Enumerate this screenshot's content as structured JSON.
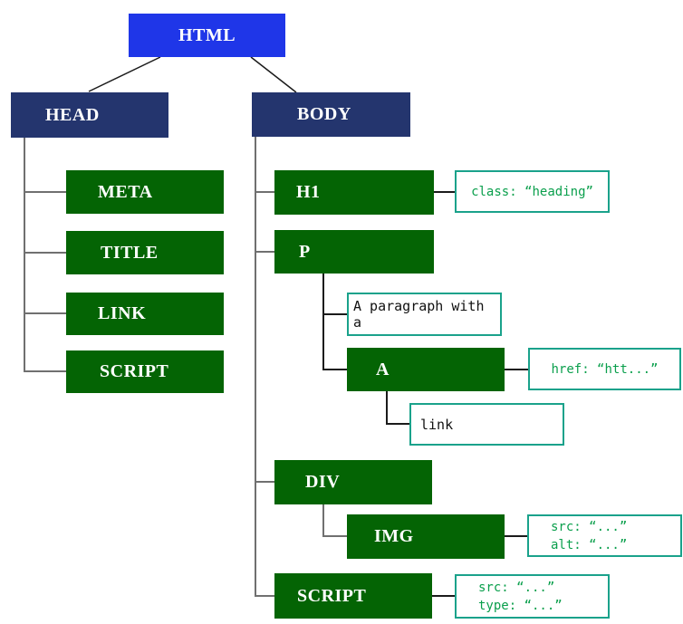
{
  "diagram": {
    "type": "html-dom-tree",
    "nodes": {
      "html": {
        "label": "HTML"
      },
      "head": {
        "label": "HEAD"
      },
      "body": {
        "label": "BODY"
      },
      "meta": {
        "label": "META"
      },
      "title": {
        "label": "TITLE"
      },
      "link": {
        "label": "LINK"
      },
      "script_head": {
        "label": "SCRIPT"
      },
      "h1": {
        "label": "H1"
      },
      "p": {
        "label": "P"
      },
      "a": {
        "label": "A"
      },
      "div": {
        "label": "DIV"
      },
      "img": {
        "label": "IMG"
      },
      "script_body": {
        "label": "SCRIPT"
      }
    },
    "text_nodes": {
      "p_text": "A paragraph with a",
      "a_text": "link"
    },
    "annotations": {
      "h1": {
        "lines": [
          "class: “heading”"
        ]
      },
      "a": {
        "lines": [
          "href: “htt...”"
        ]
      },
      "img": {
        "lines": [
          "src: “...”",
          "alt: “...”"
        ]
      },
      "script_body": {
        "lines": [
          "src: “...”",
          "type: “...”"
        ]
      }
    },
    "edges": [
      "html-head",
      "html-body",
      "head-meta",
      "head-title",
      "head-link",
      "head-script",
      "body-h1",
      "body-p",
      "body-div",
      "body-script",
      "p-text",
      "p-a",
      "a-link",
      "div-img",
      "h1-annotation",
      "a-annotation",
      "img-annotation",
      "script-annotation"
    ],
    "colors": {
      "root_fill": "#1f36e8",
      "container_fill": "#24356e",
      "element_fill": "#046404",
      "annotation_border": "#1aa28b",
      "annotation_text": "#0a9f4c",
      "node_label_text": "#ffffff",
      "plain_text": "#111111",
      "line_gray": "#707070",
      "line_black": "#1b1b1b"
    }
  }
}
